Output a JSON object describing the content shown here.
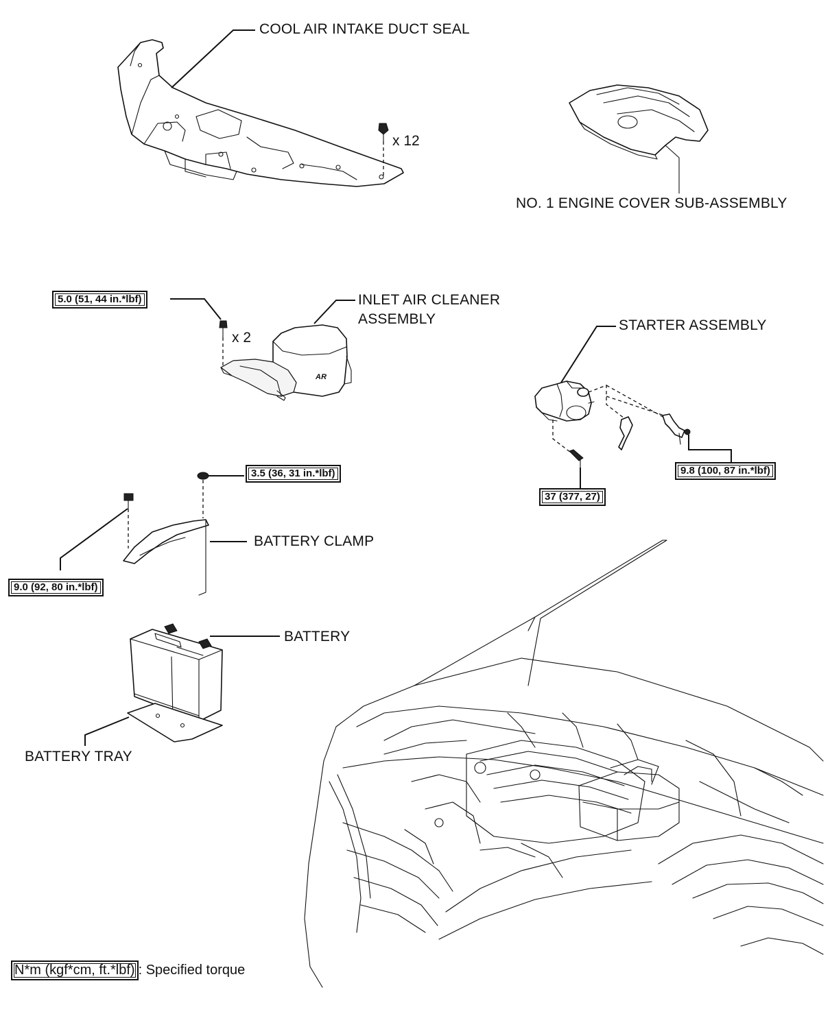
{
  "labels": {
    "cool_air_intake_duct_seal": "COOL AIR INTAKE DUCT SEAL",
    "no1_engine_cover": "NO. 1 ENGINE COVER SUB-ASSEMBLY",
    "inlet_air_cleaner_line1": "INLET AIR CLEANER",
    "inlet_air_cleaner_line2": "ASSEMBLY",
    "starter_assembly": "STARTER ASSEMBLY",
    "battery_clamp": "BATTERY CLAMP",
    "battery": "BATTERY",
    "battery_tray": "BATTERY TRAY"
  },
  "quantities": {
    "duct_seal_clips": "x 12",
    "air_cleaner_bolts": "x 2"
  },
  "torques": {
    "air_cleaner_bolt": "5.0 (51, 44 in.*lbf)",
    "battery_clamp_nut": "3.5 (36, 31 in.*lbf)",
    "battery_clamp_bolt": "9.0 (92, 80 in.*lbf)",
    "starter_terminal_nut": "9.8 (100, 87 in.*lbf)",
    "starter_bolt": "37 (377, 27)"
  },
  "legend": {
    "unit": "N*m (kgf*cm, ft.*lbf)",
    "description": ": Specified torque"
  },
  "part_markings": {
    "air_cleaner_mark": "AR"
  }
}
